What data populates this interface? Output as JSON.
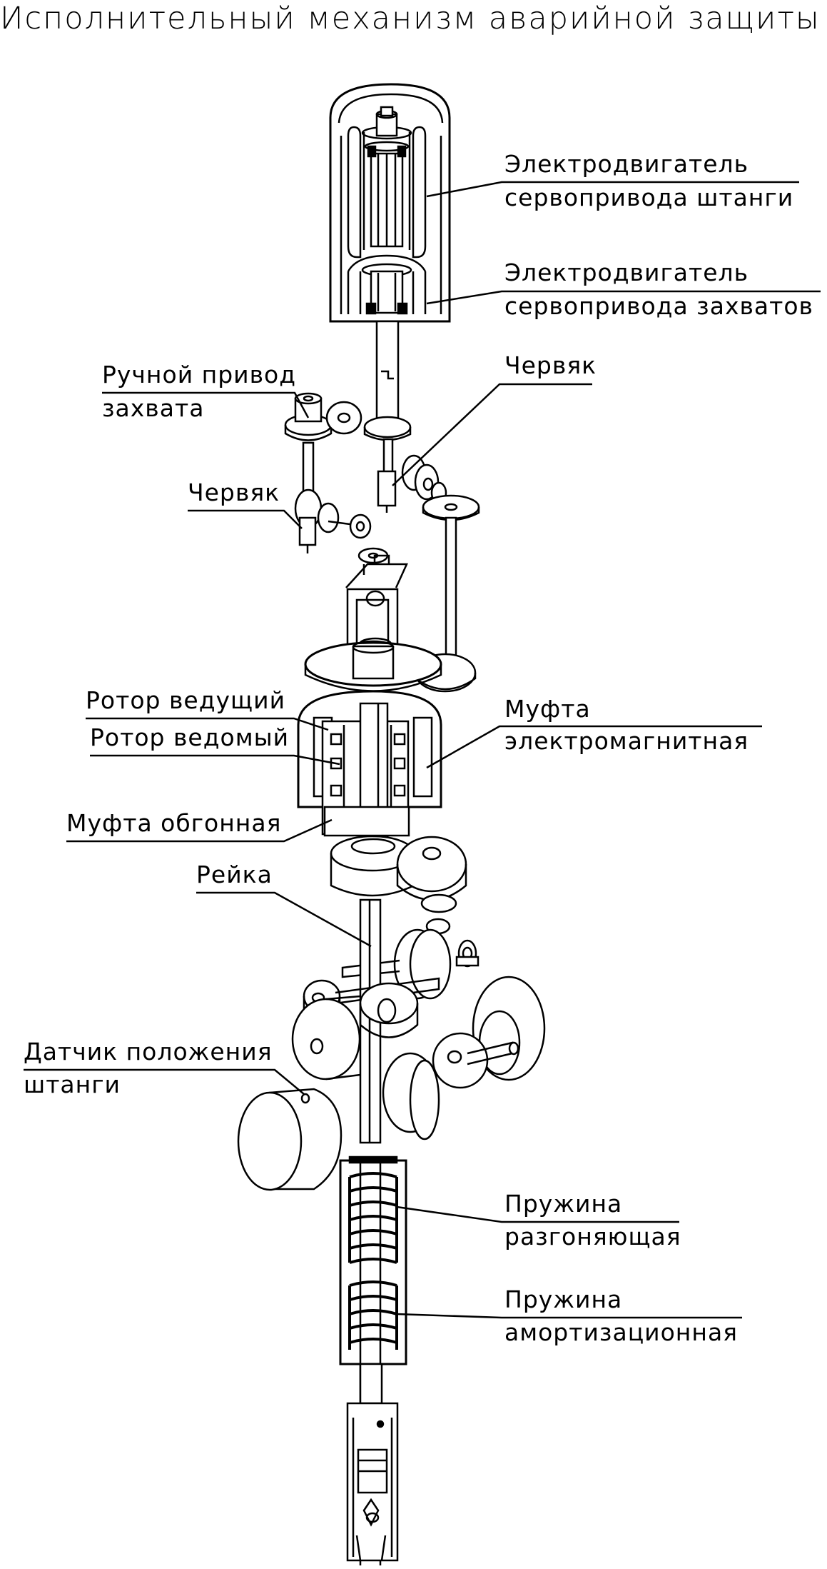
{
  "title": "Исполнительный механизм аварийной защиты",
  "labels": {
    "motor_rod_l1": "Электродвигатель",
    "motor_rod_l2": "сервопривода штанги",
    "motor_grip_l1": "Электродвигатель",
    "motor_grip_l2": "сервопривода захватов",
    "manual_drive_l1": "Ручной привод",
    "manual_drive_l2": "захвата",
    "worm_right": "Червяк",
    "worm_left": "Червяк",
    "rotor_driving": "Ротор ведущий",
    "rotor_driven": "Ротор ведомый",
    "clutch_em_l1": "Муфта",
    "clutch_em_l2": "электромагнитная",
    "clutch_overrun": "Муфта обгонная",
    "rack": "Рейка",
    "sensor_l1": "Датчик положения",
    "sensor_l2": "штанги",
    "spring_accel_l1": "Пружина",
    "spring_accel_l2": "разгоняющая",
    "spring_damp_l1": "Пружина",
    "spring_damp_l2": "амортизационная"
  }
}
